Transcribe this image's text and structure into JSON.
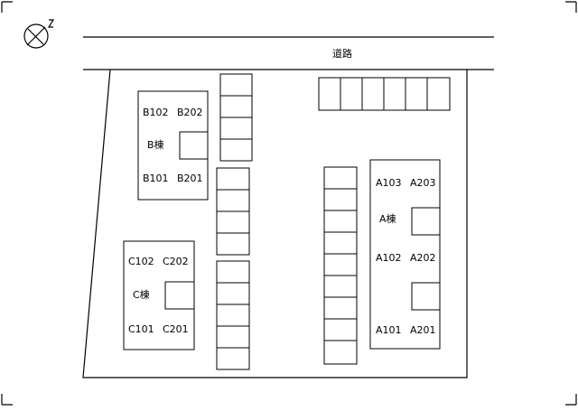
{
  "road_label": "道路",
  "buildings": {
    "a": {
      "name": "A棟",
      "units": [
        "A103",
        "A203",
        "A102",
        "A202",
        "A101",
        "A201"
      ]
    },
    "b": {
      "name": "B棟",
      "units": [
        "B102",
        "B202",
        "B101",
        "B201"
      ]
    },
    "c": {
      "name": "C棟",
      "units": [
        "C102",
        "C202",
        "C101",
        "C201"
      ]
    }
  },
  "parking": {
    "top_row_spaces": 6,
    "column_b_spaces": 4,
    "column_mid1_spaces": 4,
    "column_mid2_spaces": 5,
    "column_right_spaces": 9
  },
  "icons": [
    "north-arrow-icon",
    "corner-mark-icon"
  ]
}
